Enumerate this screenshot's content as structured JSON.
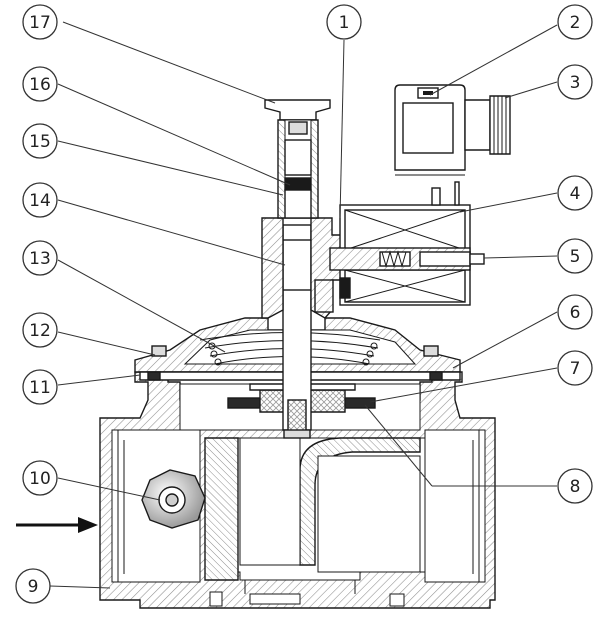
{
  "diagram": {
    "callouts": [
      {
        "id": "c1",
        "label": "1"
      },
      {
        "id": "c2",
        "label": "2"
      },
      {
        "id": "c3",
        "label": "3"
      },
      {
        "id": "c4",
        "label": "4"
      },
      {
        "id": "c5",
        "label": "5"
      },
      {
        "id": "c6",
        "label": "6"
      },
      {
        "id": "c7",
        "label": "7"
      },
      {
        "id": "c8",
        "label": "8"
      },
      {
        "id": "c9",
        "label": "9"
      },
      {
        "id": "c10",
        "label": "10"
      },
      {
        "id": "c11",
        "label": "11"
      },
      {
        "id": "c12",
        "label": "12"
      },
      {
        "id": "c13",
        "label": "13"
      },
      {
        "id": "c14",
        "label": "14"
      },
      {
        "id": "c15",
        "label": "15"
      },
      {
        "id": "c16",
        "label": "16"
      },
      {
        "id": "c17",
        "label": "17"
      }
    ],
    "colors": {
      "line": "#1a1a1a",
      "hatch": "#9a9a9a",
      "fill_light": "#f4f4f4",
      "fill_dark": "#2a2a2a"
    }
  }
}
